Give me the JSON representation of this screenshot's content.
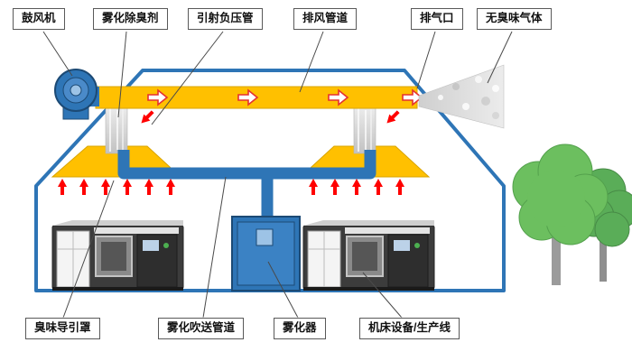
{
  "labels": {
    "top": [
      {
        "text": "鼓风机"
      },
      {
        "text": "雾化除臭剂"
      },
      {
        "text": "引射负压管"
      },
      {
        "text": "排风管道"
      },
      {
        "text": "排气口"
      },
      {
        "text": "无臭味气体"
      }
    ],
    "bottom": [
      {
        "text": "臭味导引罩"
      },
      {
        "text": "雾化吹送管道"
      },
      {
        "text": "雾化器"
      },
      {
        "text": "机床设备/生产线"
      }
    ]
  },
  "colors": {
    "duct_yellow": "#FFC000",
    "pipe_blue": "#2E75B6",
    "building_outline_blue": "#2E75B6",
    "flow_arrow_red": "#E53030",
    "odor_arrow_red": "#FF0000",
    "tree_green": "#6CBF5F",
    "mist_gray": "#D9D9D9",
    "label_border": "#595959"
  }
}
